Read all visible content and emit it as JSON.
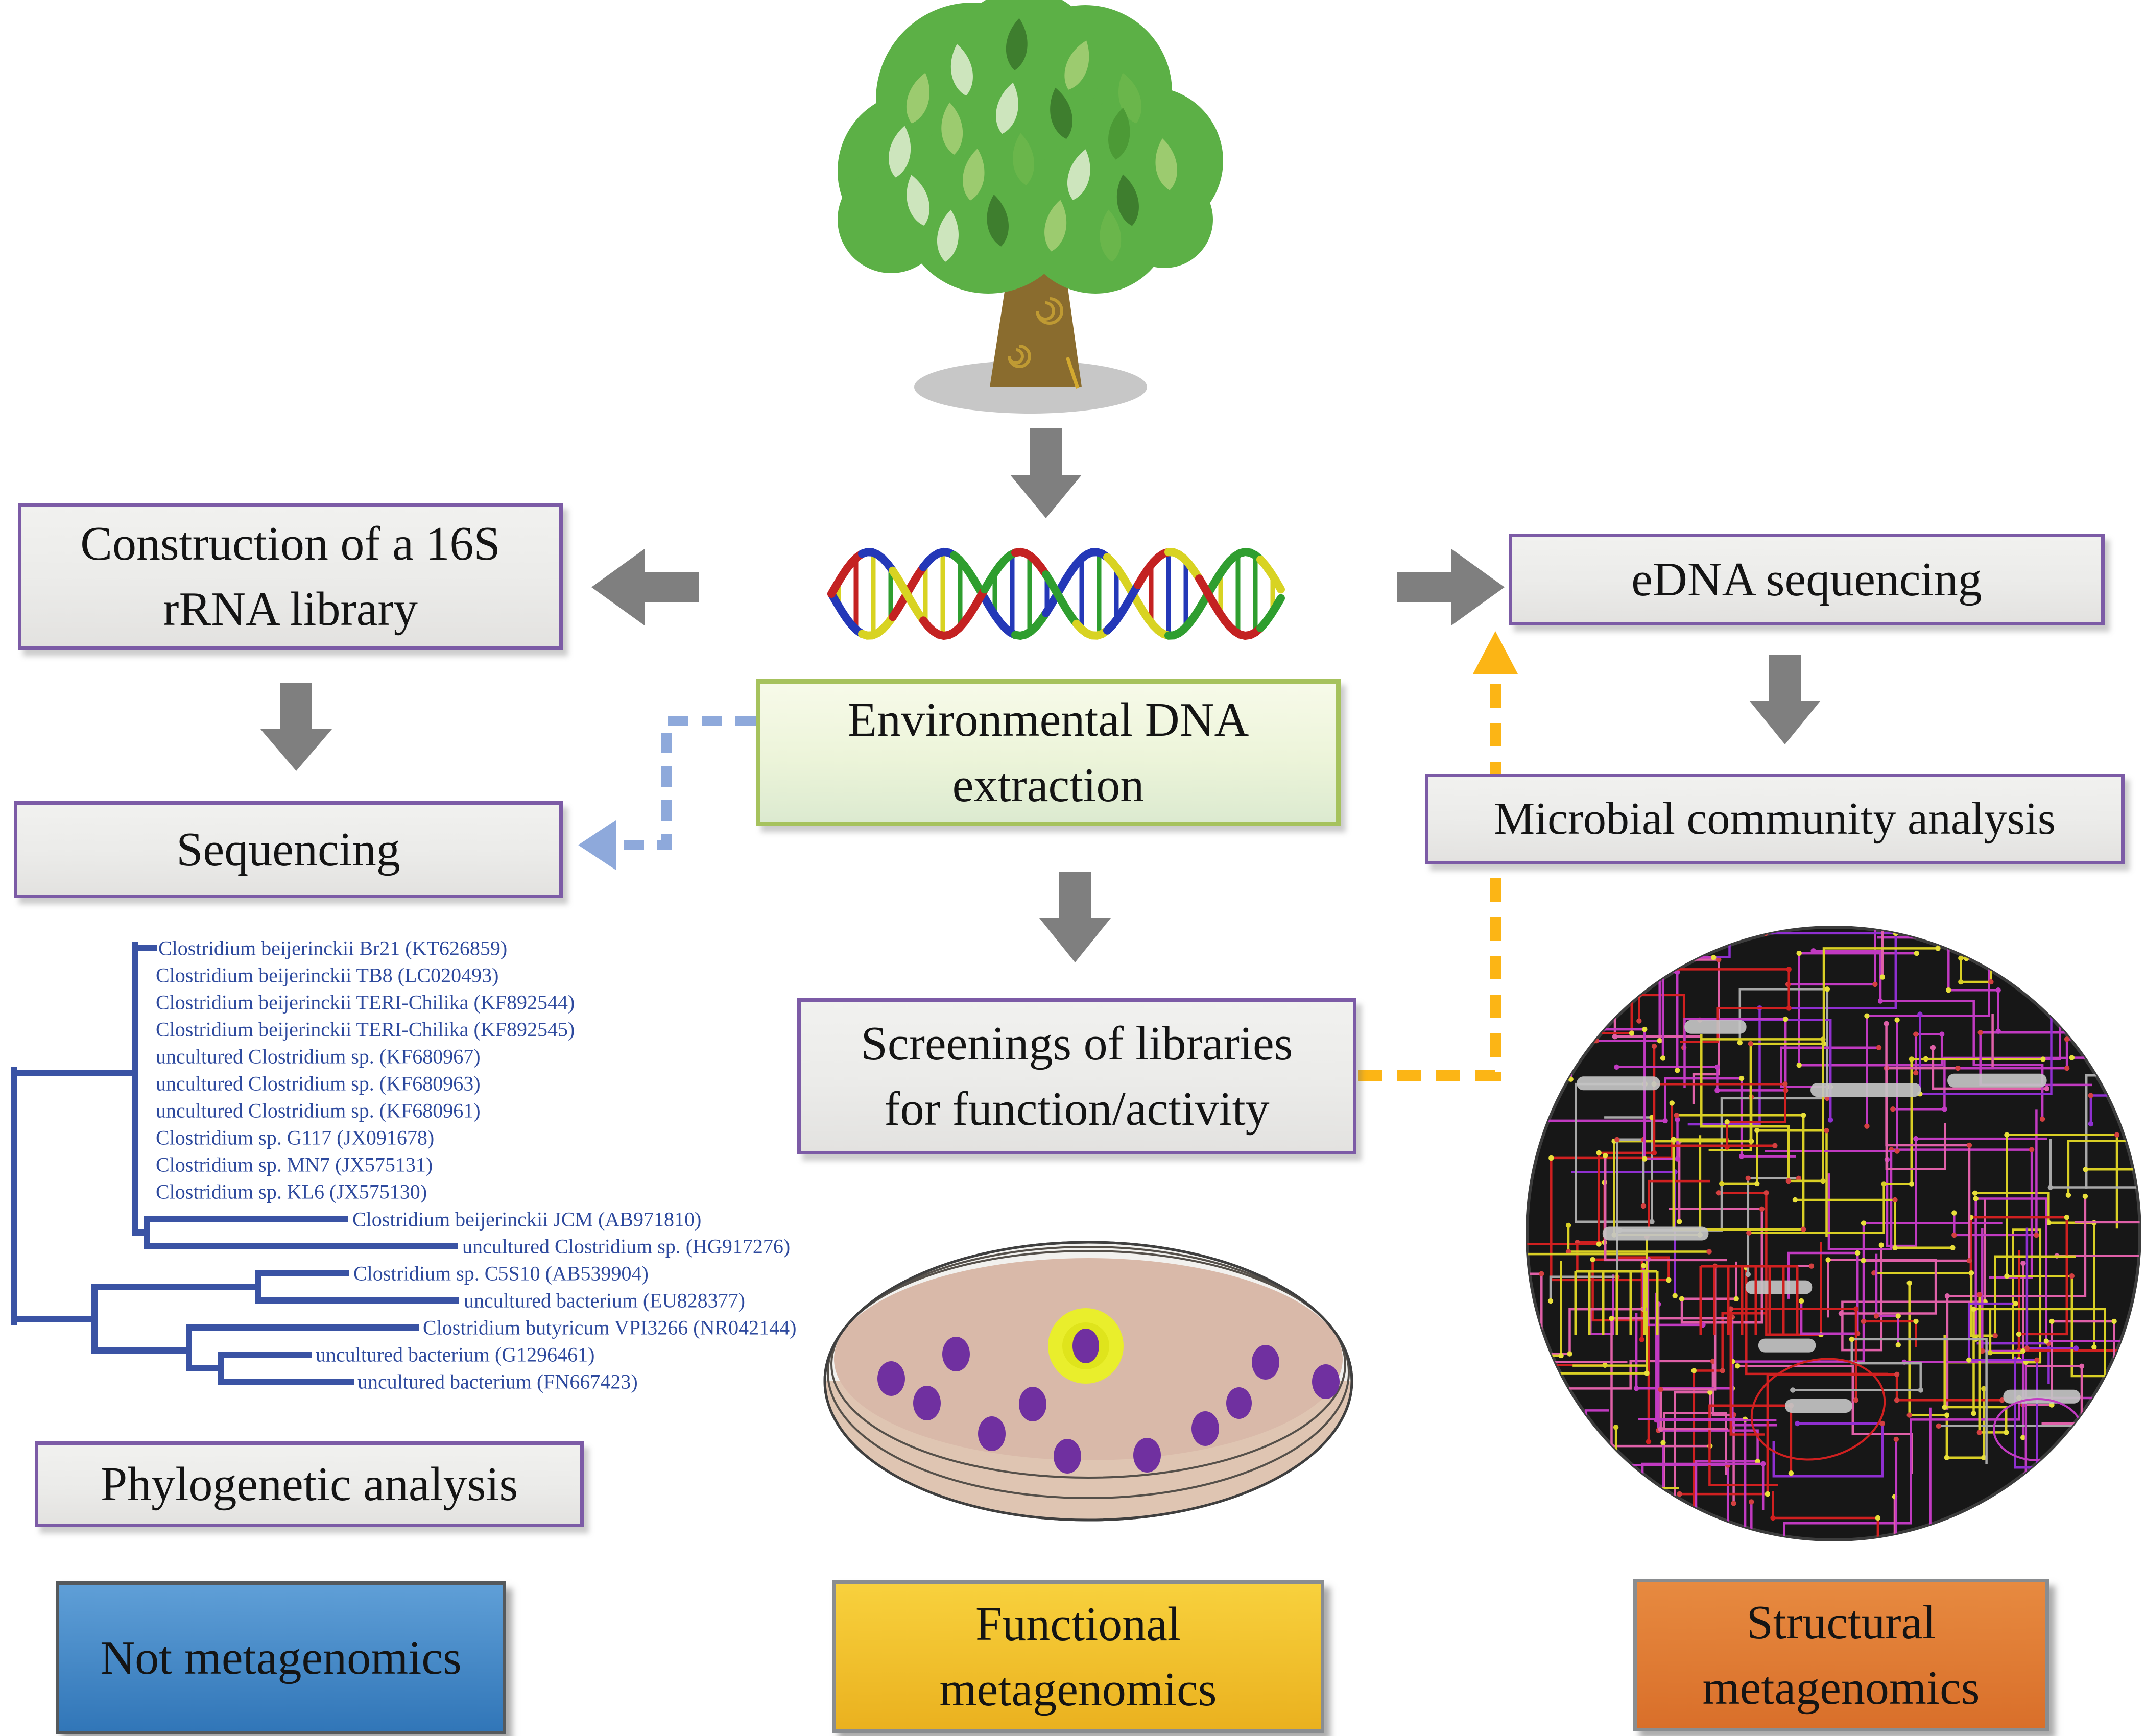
{
  "boxes": {
    "construction": {
      "line1": "Construction of a 16S",
      "line2": "rRNA library"
    },
    "sequencing": {
      "label": "Sequencing"
    },
    "environmental": {
      "line1": "Environmental DNA",
      "line2": "extraction"
    },
    "edna": {
      "label": "eDNA sequencing"
    },
    "microbial": {
      "label": "Microbial community analysis"
    },
    "screenings": {
      "line1": "Screenings of libraries",
      "line2": "for function/activity"
    },
    "phylogenetic": {
      "label": "Phylogenetic analysis"
    },
    "not_metagenomics": {
      "label": "Not metagenomics"
    },
    "functional": {
      "line1": "Functional",
      "line2": "metagenomics"
    },
    "structural": {
      "line1": "Structural",
      "line2": "metagenomics"
    }
  },
  "tree": {
    "taxa": [
      "Clostridium beijerinckii Br21 (KT626859)",
      "Clostridium beijerinckii TB8 (LC020493)",
      "Clostridium beijerinckii TERI-Chilika (KF892544)",
      "Clostridium beijerinckii TERI-Chilika (KF892545)",
      "uncultured Clostridium sp. (KF680967)",
      "uncultured Clostridium sp. (KF680963)",
      "uncultured Clostridium sp. (KF680961)",
      "Clostridium sp. G117 (JX091678)",
      "Clostridium sp. MN7 (JX575131)",
      "Clostridium sp. KL6 (JX575130)",
      "Clostridium beijerinckii JCM (AB971810)",
      "uncultured Clostridium sp. (HG917276)",
      "Clostridium sp. C5S10 (AB539904)",
      "uncultured bacterium (EU828377)",
      "Clostridium butyricum VPI3266 (NR042144)",
      "uncultured bacterium (G1296461)",
      "uncultured bacterium (FN667423)"
    ]
  },
  "colors": {
    "purple_border": "#7c5ba6",
    "gray_box_fill": "#ebebe9",
    "green_border": "#a6c25d",
    "green_fill_top": "#f7fae9",
    "green_fill_bottom": "#dcead0",
    "blue_box_top": "#5f9fd7",
    "blue_box_bottom": "#3176b8",
    "yellow_box_top": "#f8d13d",
    "yellow_box_bottom": "#eab11f",
    "orange_box_top": "#e78a40",
    "orange_box_bottom": "#d96f2a",
    "arrow_gray": "#7f7f7f",
    "blue_dash": "#8ea9db",
    "orange_dash": "#fcb515",
    "tree_line": "#3a53a4",
    "tree_text": "#2e4a9e",
    "box_text": "#141414"
  }
}
